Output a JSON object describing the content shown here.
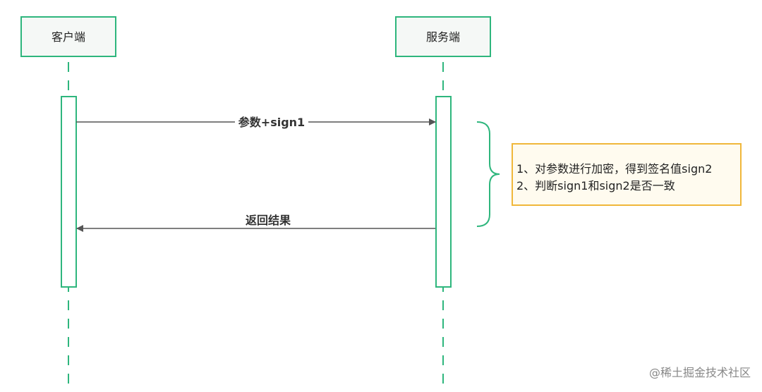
{
  "participants": {
    "client": {
      "label": "客户端"
    },
    "server": {
      "label": "服务端"
    }
  },
  "messages": {
    "request": {
      "label": "参数+sign1"
    },
    "response": {
      "label": "返回结果"
    }
  },
  "note": {
    "lines": [
      "1、对参数进行加密，得到签名值sign2",
      "2、判断sign1和sign2是否一致"
    ]
  },
  "watermark": {
    "text": "@稀土掘金技术社区"
  },
  "colors": {
    "lifeline": "#2eb67d",
    "box_fill": "#f5f8f6",
    "arrow": "#555555",
    "note_border": "#f0b73a",
    "note_fill": "#fffbef",
    "brace": "#2eb67d"
  }
}
